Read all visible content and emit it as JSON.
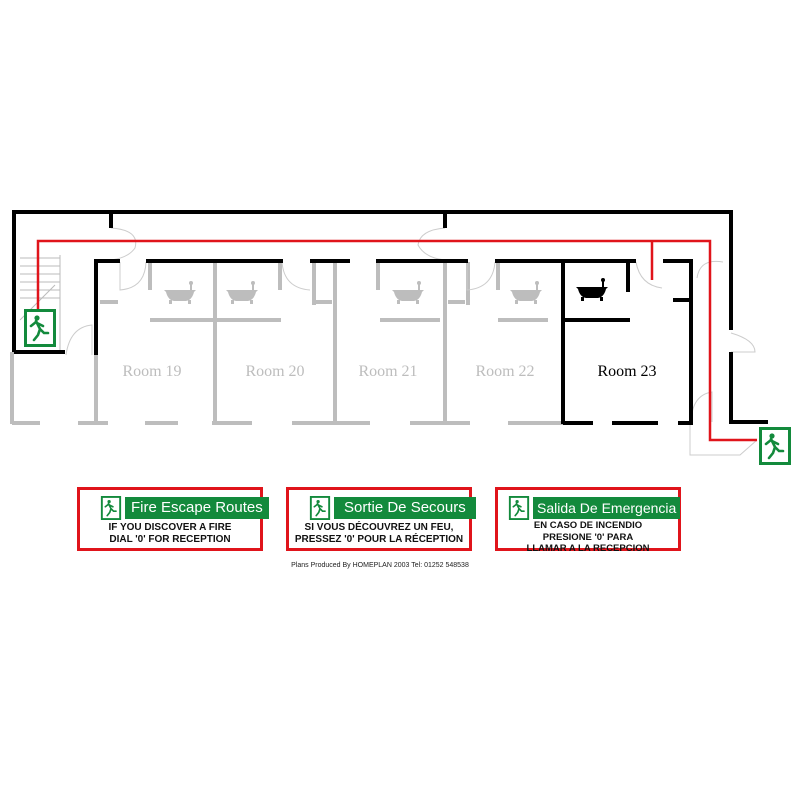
{
  "rooms": [
    {
      "label": "Room 19",
      "highlighted": false
    },
    {
      "label": "Room 20",
      "highlighted": false
    },
    {
      "label": "Room 21",
      "highlighted": false
    },
    {
      "label": "Room 22",
      "highlighted": false
    },
    {
      "label": "Room 23",
      "highlighted": true
    }
  ],
  "colors": {
    "route": "#e0141b",
    "exit_green": "#138a3c",
    "active_wall": "#000000",
    "inactive_wall": "#bdbdbd"
  },
  "signs": [
    {
      "title": "Fire Escape Routes",
      "line1": "IF YOU DISCOVER A FIRE",
      "line2": "DIAL '0' FOR RECEPTION",
      "line3": ""
    },
    {
      "title": "Sortie De Secours",
      "line1": "SI VOUS DÉCOUVREZ UN FEU,",
      "line2": "PRESSEZ '0' POUR LA RÉCEPTION",
      "line3": ""
    },
    {
      "title": "Salida De Emergencia",
      "line1": "EN CASO DE INCENDIO",
      "line2": "PRESIONE '0' PARA",
      "line3": "LLAMAR A LA RECEPCION"
    }
  ],
  "footer": "Plans Produced By HOMEPLAN 2003  Tel: 01252 548538"
}
